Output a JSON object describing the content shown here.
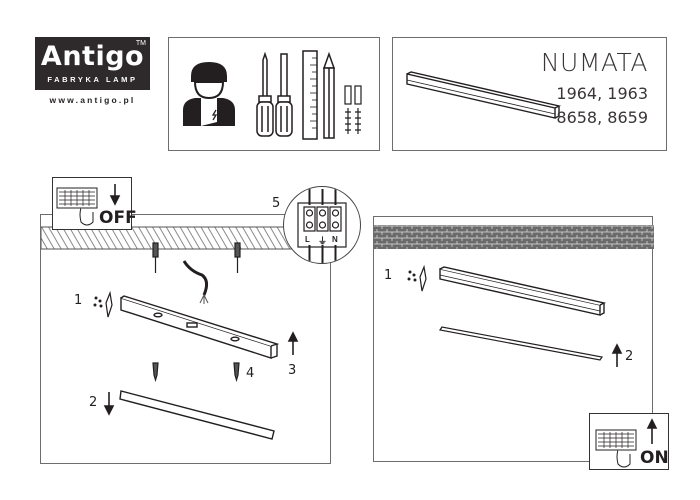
{
  "brand": {
    "name": "Antigo",
    "trademark": "TM",
    "subtitle": "FABRYKA LAMP",
    "url": "www.antigo.pl"
  },
  "tools_panel": {
    "icons": [
      "electrician-icon",
      "phillips-screwdriver-icon",
      "flat-screwdriver-icon",
      "ruler-icon",
      "pencil-icon",
      "wall-plug-icon",
      "screw-icon"
    ]
  },
  "product": {
    "name": "NUMATA",
    "codes_line1": "1964, 1963",
    "codes_line2": "8658, 8659"
  },
  "left_diagram": {
    "switch_label": "OFF",
    "connector_step": "5",
    "terminal_labels": [
      "L",
      "⏚",
      "N"
    ],
    "steps": {
      "s1": "1",
      "s2": "2",
      "s3": "3",
      "s4": "4"
    }
  },
  "right_diagram": {
    "switch_label": "ON",
    "steps": {
      "s1": "1",
      "s2": "2"
    }
  },
  "colors": {
    "ink": "#231f20",
    "frame": "#6d6d6d",
    "logo_bg": "#2e2a2b",
    "hatch": "#8a8a8a"
  }
}
